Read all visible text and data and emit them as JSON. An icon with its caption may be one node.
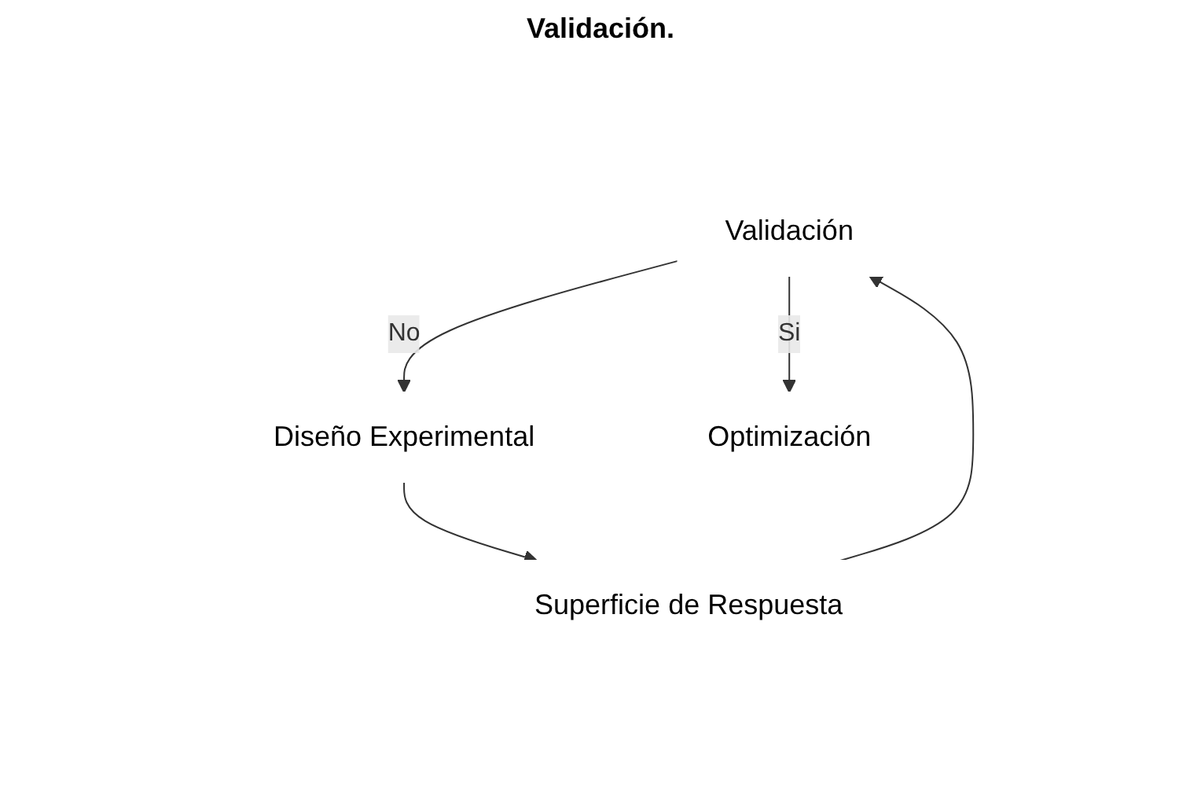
{
  "diagram": {
    "title": "Validación.",
    "nodes": [
      {
        "text": [
          "Validación"
        ]
      },
      {
        "text": [
          "Diseño Experimental"
        ]
      },
      {
        "text": [
          "Superficie de Respuesta"
        ]
      },
      {
        "text": [
          "Optimización"
        ]
      }
    ],
    "edges": [
      {
        "from": 0,
        "to": 1,
        "arrow": "to",
        "label": "No"
      },
      {
        "from": 1,
        "to": 2,
        "arrow": "to"
      },
      {
        "from": 2,
        "to": 0,
        "arrow": "to"
      },
      {
        "from": 0,
        "to": 3,
        "arrow": "to",
        "label": "Si"
      }
    ]
  }
}
